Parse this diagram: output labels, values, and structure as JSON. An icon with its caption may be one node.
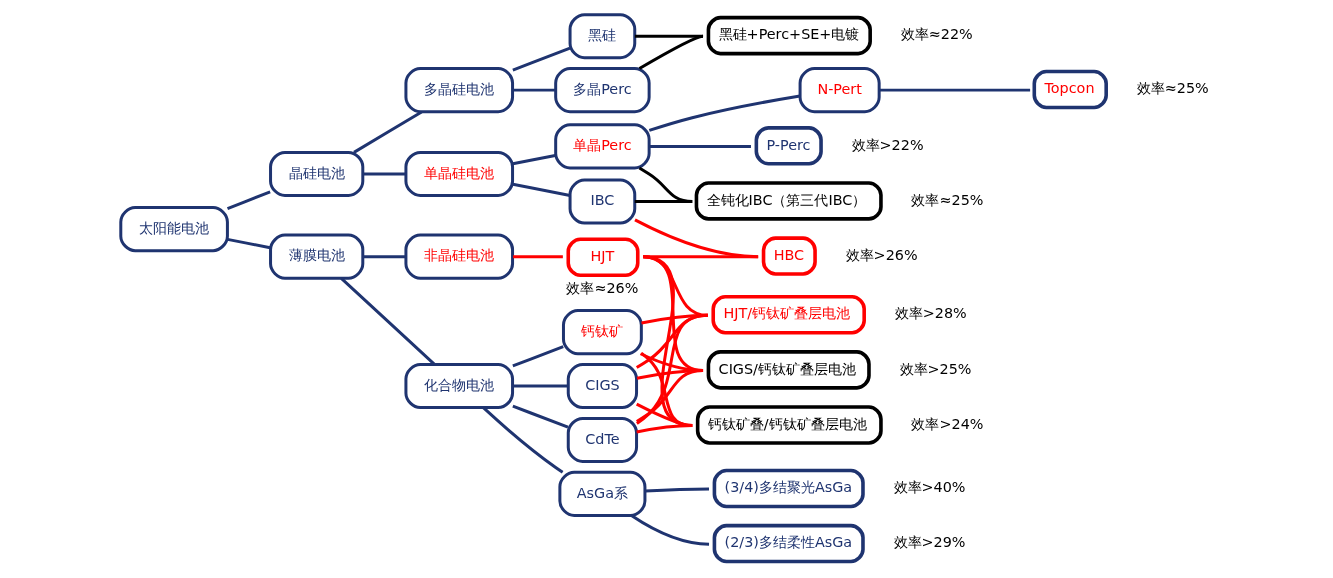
{
  "diagram": {
    "nodes": [
      {
        "text": [
          "太阳能电池"
        ]
      },
      {
        "text": [
          "晶硅电池"
        ]
      },
      {
        "text": [
          "薄膜电池"
        ]
      },
      {
        "text": [
          "多晶硅电池"
        ]
      },
      {
        "text": [
          "单晶硅电池"
        ]
      },
      {
        "text": [
          "非晶硅电池"
        ]
      },
      {
        "text": [
          "化合物电池"
        ]
      },
      {
        "text": [
          "黑硅"
        ]
      },
      {
        "text": [
          "多晶Perc"
        ]
      },
      {
        "text": [
          "单晶Perc"
        ]
      },
      {
        "text": [
          "IBC"
        ]
      },
      {
        "text": [
          "HJT"
        ],
        "beside": [
          "效率≈26%"
        ]
      },
      {
        "text": [
          "钙钛矿"
        ]
      },
      {
        "text": [
          "CIGS"
        ]
      },
      {
        "text": [
          "CdTe"
        ]
      },
      {
        "text": [
          "AsGa系"
        ]
      },
      {
        "text": [
          "黑硅+Perc+SE+电镀"
        ],
        "beside": [
          "效率≈22%"
        ]
      },
      {
        "text": [
          "N-Pert"
        ]
      },
      {
        "text": [
          "Topcon"
        ],
        "beside": [
          "效率≈25%"
        ]
      },
      {
        "text": [
          "P-Perc"
        ],
        "beside": [
          "效率>22%"
        ]
      },
      {
        "text": [
          "全钝化IBC（第三代IBC）"
        ],
        "beside": [
          "效率≈25%"
        ]
      },
      {
        "text": [
          "HBC"
        ],
        "beside": [
          "效率>26%"
        ]
      },
      {
        "text": [
          "HJT/钙钛矿叠层电池"
        ],
        "beside": [
          "效率>28%"
        ]
      },
      {
        "text": [
          "CIGS/钙钛矿叠层电池"
        ],
        "beside": [
          "效率>25%"
        ]
      },
      {
        "text": [
          "钙钛矿叠/钙钛矿叠层电池"
        ],
        "beside": [
          "效率>24%"
        ]
      },
      {
        "text": [
          "(3/4)多结聚光AsGa"
        ],
        "beside": [
          "效率>40%"
        ]
      },
      {
        "text": [
          "(2/3)多结柔性AsGa"
        ],
        "beside": [
          "效率>29%"
        ]
      }
    ],
    "edges": [
      {
        "from": 0,
        "to": 1,
        "arrow": "none"
      },
      {
        "from": 0,
        "to": 2,
        "arrow": "none"
      },
      {
        "from": 1,
        "to": 3,
        "arrow": "none"
      },
      {
        "from": 1,
        "to": 4,
        "arrow": "none"
      },
      {
        "from": 2,
        "to": 5,
        "arrow": "none"
      },
      {
        "from": 2,
        "to": 6,
        "arrow": "none"
      },
      {
        "from": 3,
        "to": 7,
        "arrow": "none"
      },
      {
        "from": 3,
        "to": 8,
        "arrow": "none"
      },
      {
        "from": 4,
        "to": 9,
        "arrow": "none"
      },
      {
        "from": 4,
        "to": 10,
        "arrow": "none"
      },
      {
        "from": 5,
        "to": 11,
        "arrow": "none",
        "color": "#ff0000"
      },
      {
        "from": 6,
        "to": 12,
        "arrow": "none"
      },
      {
        "from": 6,
        "to": 13,
        "arrow": "none"
      },
      {
        "from": 6,
        "to": 14,
        "arrow": "none"
      },
      {
        "from": 6,
        "to": 15,
        "arrow": "none"
      },
      {
        "from": 7,
        "to": 16,
        "arrow": "none",
        "color": "#000000"
      },
      {
        "from": 8,
        "to": 16,
        "arrow": "none",
        "color": "#000000"
      },
      {
        "from": 9,
        "to": 17,
        "arrow": "none"
      },
      {
        "from": 9,
        "to": 19,
        "arrow": "none"
      },
      {
        "from": 17,
        "to": 18,
        "arrow": "none"
      },
      {
        "from": 9,
        "to": 20,
        "arrow": "none",
        "color": "#000000"
      },
      {
        "from": 10,
        "to": 20,
        "arrow": "none",
        "color": "#000000"
      },
      {
        "from": 10,
        "to": 21,
        "arrow": "none",
        "color": "#ff0000"
      },
      {
        "from": 11,
        "to": 21,
        "arrow": "none",
        "color": "#ff0000"
      },
      {
        "from": 11,
        "to": 22,
        "arrow": "none",
        "color": "#ff0000"
      },
      {
        "from": 11,
        "to": 23,
        "arrow": "none",
        "color": "#ff0000"
      },
      {
        "from": 11,
        "to": 24,
        "arrow": "none",
        "color": "#ff0000"
      },
      {
        "from": 12,
        "to": 22,
        "arrow": "none",
        "color": "#ff0000"
      },
      {
        "from": 12,
        "to": 23,
        "arrow": "none",
        "color": "#ff0000"
      },
      {
        "from": 12,
        "to": 24,
        "arrow": "none",
        "color": "#ff0000"
      },
      {
        "from": 13,
        "to": 22,
        "arrow": "none",
        "color": "#ff0000"
      },
      {
        "from": 13,
        "to": 23,
        "arrow": "none",
        "color": "#ff0000"
      },
      {
        "from": 13,
        "to": 24,
        "arrow": "none",
        "color": "#ff0000"
      },
      {
        "from": 14,
        "to": 22,
        "arrow": "none",
        "color": "#ff0000"
      },
      {
        "from": 14,
        "to": 23,
        "arrow": "none",
        "color": "#ff0000"
      },
      {
        "from": 14,
        "to": 24,
        "arrow": "none",
        "color": "#ff0000"
      },
      {
        "from": 15,
        "to": 25,
        "arrow": "none"
      },
      {
        "from": 15,
        "to": 26,
        "arrow": "none"
      }
    ]
  }
}
